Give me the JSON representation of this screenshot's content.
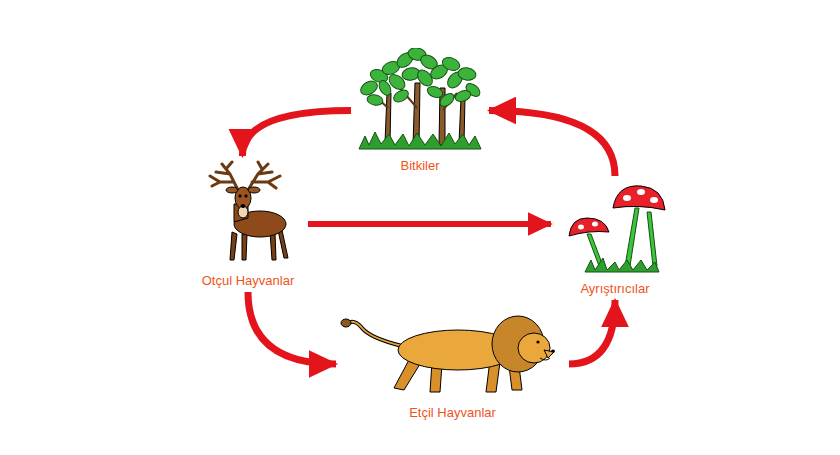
{
  "diagram": {
    "nodes": [
      {
        "text": [
          "Bitkiler"
        ]
      },
      {
        "text": [
          "Otçul Hayvanlar"
        ]
      },
      {
        "text": [
          "Ayrıştırıcılar"
        ]
      },
      {
        "text": [
          "Etçil Hayvanlar"
        ]
      }
    ],
    "edges": [
      {
        "from": 0,
        "to": 1,
        "arrow": "to"
      },
      {
        "from": 1,
        "to": 3,
        "arrow": "to"
      },
      {
        "from": 3,
        "to": 2,
        "arrow": "to"
      },
      {
        "from": 2,
        "to": 0,
        "arrow": "to"
      },
      {
        "from": 1,
        "to": 2,
        "arrow": "to"
      }
    ]
  }
}
